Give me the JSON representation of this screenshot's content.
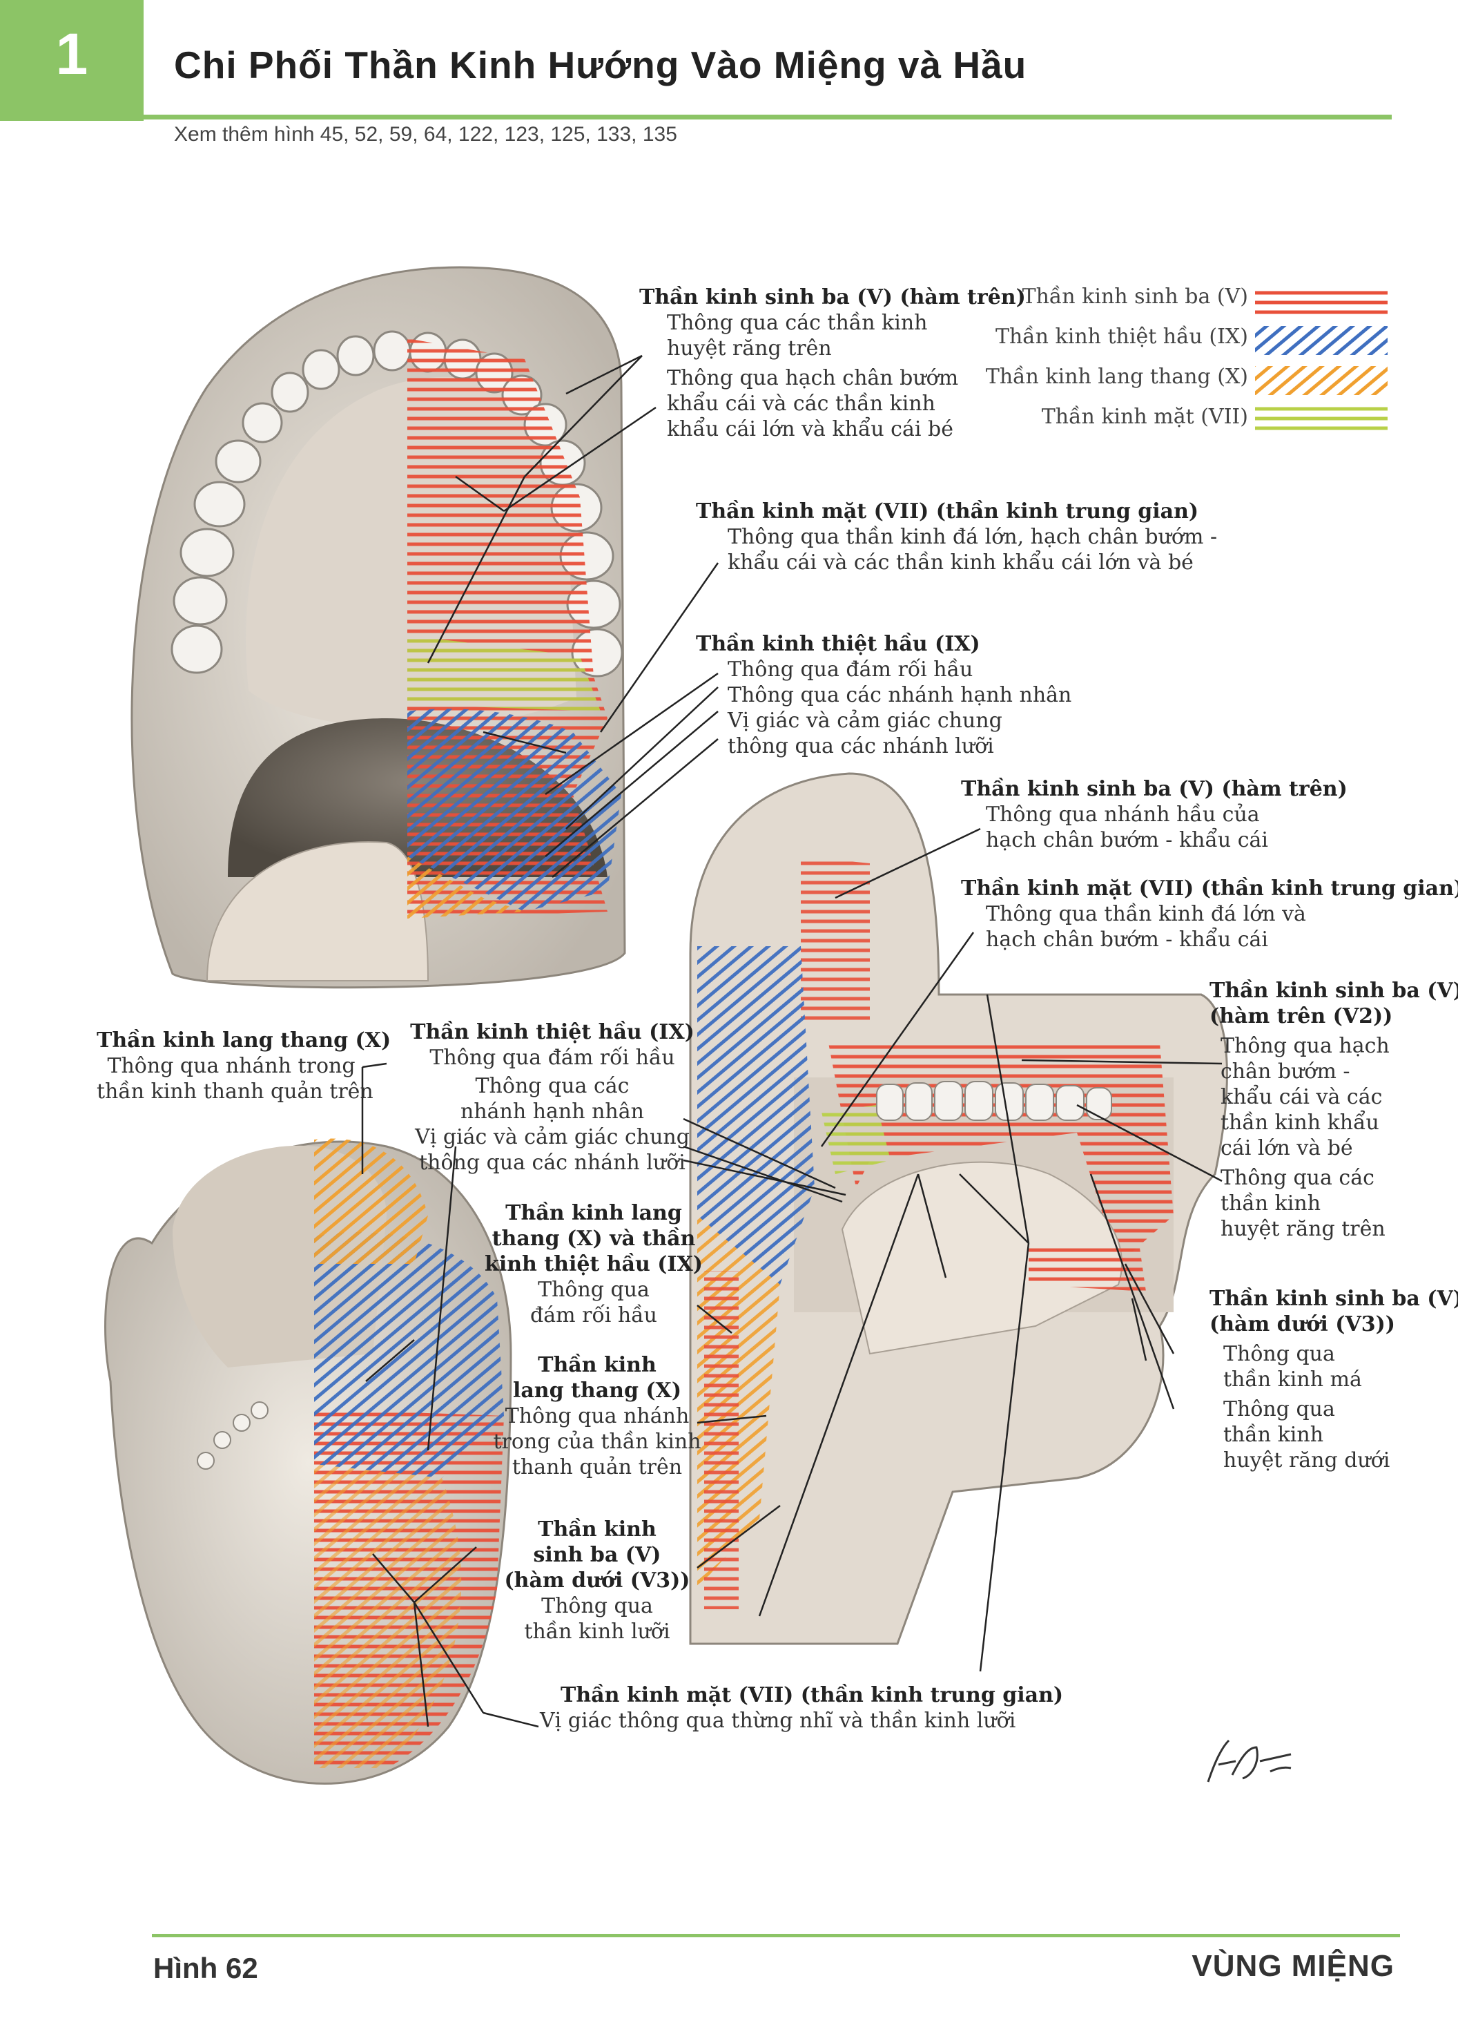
{
  "header": {
    "chapter_number": "1",
    "title": "Chi Phối Thần Kinh Hướng Vào Miệng và Hầu",
    "see_also": "Xem thêm hình 45, 52, 59, 64, 122, 123, 125, 133, 135"
  },
  "legend": {
    "items": [
      {
        "label": "Thần kinh sinh ba (V)",
        "color": "#e8503a",
        "pattern": "horizontal"
      },
      {
        "label": "Thần kinh thiệt hầu (IX)",
        "color": "#3f6fc0",
        "pattern": "diagonal"
      },
      {
        "label": "Thần kinh lang thang (X)",
        "color": "#f0a030",
        "pattern": "diagonal"
      },
      {
        "label": "Thần kinh mặt (VII)",
        "color": "#b8d048",
        "pattern": "horizontal"
      }
    ]
  },
  "palate": {
    "trigeminal": {
      "heading": "Thần kinh sinh ba (V) (hàm trên)",
      "line1": "Thông qua các thần kinh",
      "line2": "huyệt răng trên",
      "line3": "Thông qua hạch chân bướm",
      "line4": "khẩu cái và các thần kinh",
      "line5": "khẩu cái lớn và khẩu cái bé"
    },
    "facial": {
      "heading": "Thần kinh mặt (VII) (thần kinh trung gian)",
      "line1": "Thông qua thần kinh đá lớn, hạch chân bướm -",
      "line2": "khẩu cái và các thần kinh khẩu cái lớn và bé"
    },
    "glossopharyngeal": {
      "heading": "Thần kinh thiệt hầu (IX)",
      "line1": "Thông qua đám rối hầu",
      "line2": "Thông qua các nhánh hạnh nhân",
      "line3": "Vị giác và cảm giác chung",
      "line4": "thông qua các nhánh lưỡi"
    }
  },
  "sagittal": {
    "trigeminal_upper": {
      "heading": "Thần kinh sinh ba (V) (hàm trên)",
      "line1": "Thông qua nhánh hầu của",
      "line2": "hạch chân bướm - khẩu cái"
    },
    "facial": {
      "heading": "Thần kinh mặt (VII) (thần kinh trung gian)",
      "line1": "Thông qua thần kinh đá lớn và",
      "line2": "hạch chân bướm - khẩu cái"
    },
    "v2": {
      "heading1": "Thần kinh sinh ba (V)",
      "heading2": "(hàm trên (V2))",
      "line1": "Thông qua hạch",
      "line2": "chân bướm -",
      "line3": "khẩu cái và các",
      "line4": "thần kinh khẩu",
      "line5": "cái lớn và bé",
      "line6": "Thông qua các",
      "line7": "thần kinh",
      "line8": "huyệt răng trên"
    },
    "v3": {
      "heading1": "Thần kinh sinh ba (V)",
      "heading2": "(hàm dưới (V3))",
      "line1": "Thông qua",
      "line2": "thần kinh má",
      "line3": "Thông qua",
      "line4": "thần kinh",
      "line5": "huyệt răng dưới"
    }
  },
  "middle": {
    "vagus_left": {
      "heading": "Thần kinh lang thang (X)",
      "line1": "Thông qua nhánh trong",
      "line2": "thần kinh thanh quản trên"
    },
    "glossopharyngeal": {
      "heading": "Thần kinh thiệt hầu (IX)",
      "line1": "Thông qua đám rối hầu",
      "line2": "Thông qua các",
      "line3": "nhánh hạnh nhân",
      "line4": "Vị giác và cảm giác chung",
      "line5": "thông qua các nhánh lưỡi"
    },
    "vagus_glosso": {
      "heading1": "Thần kinh lang",
      "heading2": "thang (X) và thần",
      "heading3": "kinh thiệt hầu (IX)",
      "line1": "Thông qua",
      "line2": "đám rối hầu"
    },
    "vagus": {
      "heading1": "Thần kinh",
      "heading2": "lang thang (X)",
      "line1": "Thông qua nhánh",
      "line2": "trong của thần kinh",
      "line3": "thanh quản trên"
    },
    "v3": {
      "heading1": "Thần kinh",
      "heading2": "sinh ba (V)",
      "heading3": "(hàm dưới (V3))",
      "line1": "Thông qua",
      "line2": "thần kinh lưỡi"
    }
  },
  "bottom": {
    "heading": "Thần kinh mặt (VII) (thần kinh trung gian)",
    "line1": "Vị giác thông qua thừng nhĩ và thần kinh lưỡi"
  },
  "footer": {
    "figure_number": "Hình 62",
    "region": "VÙNG MIỆNG"
  }
}
